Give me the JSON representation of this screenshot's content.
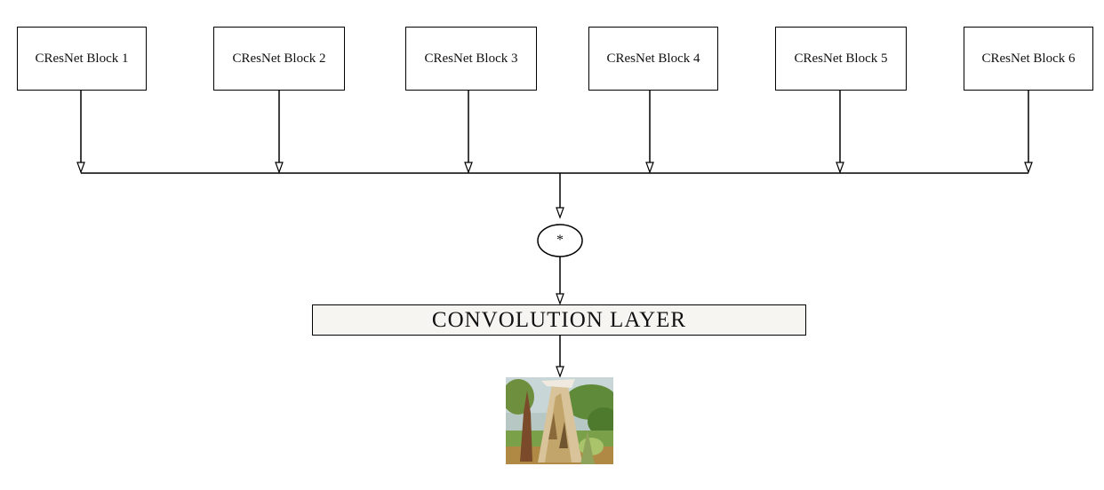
{
  "blocks": [
    {
      "label": "CResNet Block 1"
    },
    {
      "label": "CResNet Block 2"
    },
    {
      "label": "CResNet Block 3"
    },
    {
      "label": "CResNet Block 4"
    },
    {
      "label": "CResNet Block 5"
    },
    {
      "label": "CResNet Block 6"
    }
  ],
  "operator": {
    "symbol": "*"
  },
  "conv_layer": {
    "label": "CONVOLUTION LAYER"
  },
  "output_image": {
    "icon": "painting-thumbnail"
  },
  "colors": {
    "line": "#000000",
    "conv_fill": "#f7f5f2"
  }
}
